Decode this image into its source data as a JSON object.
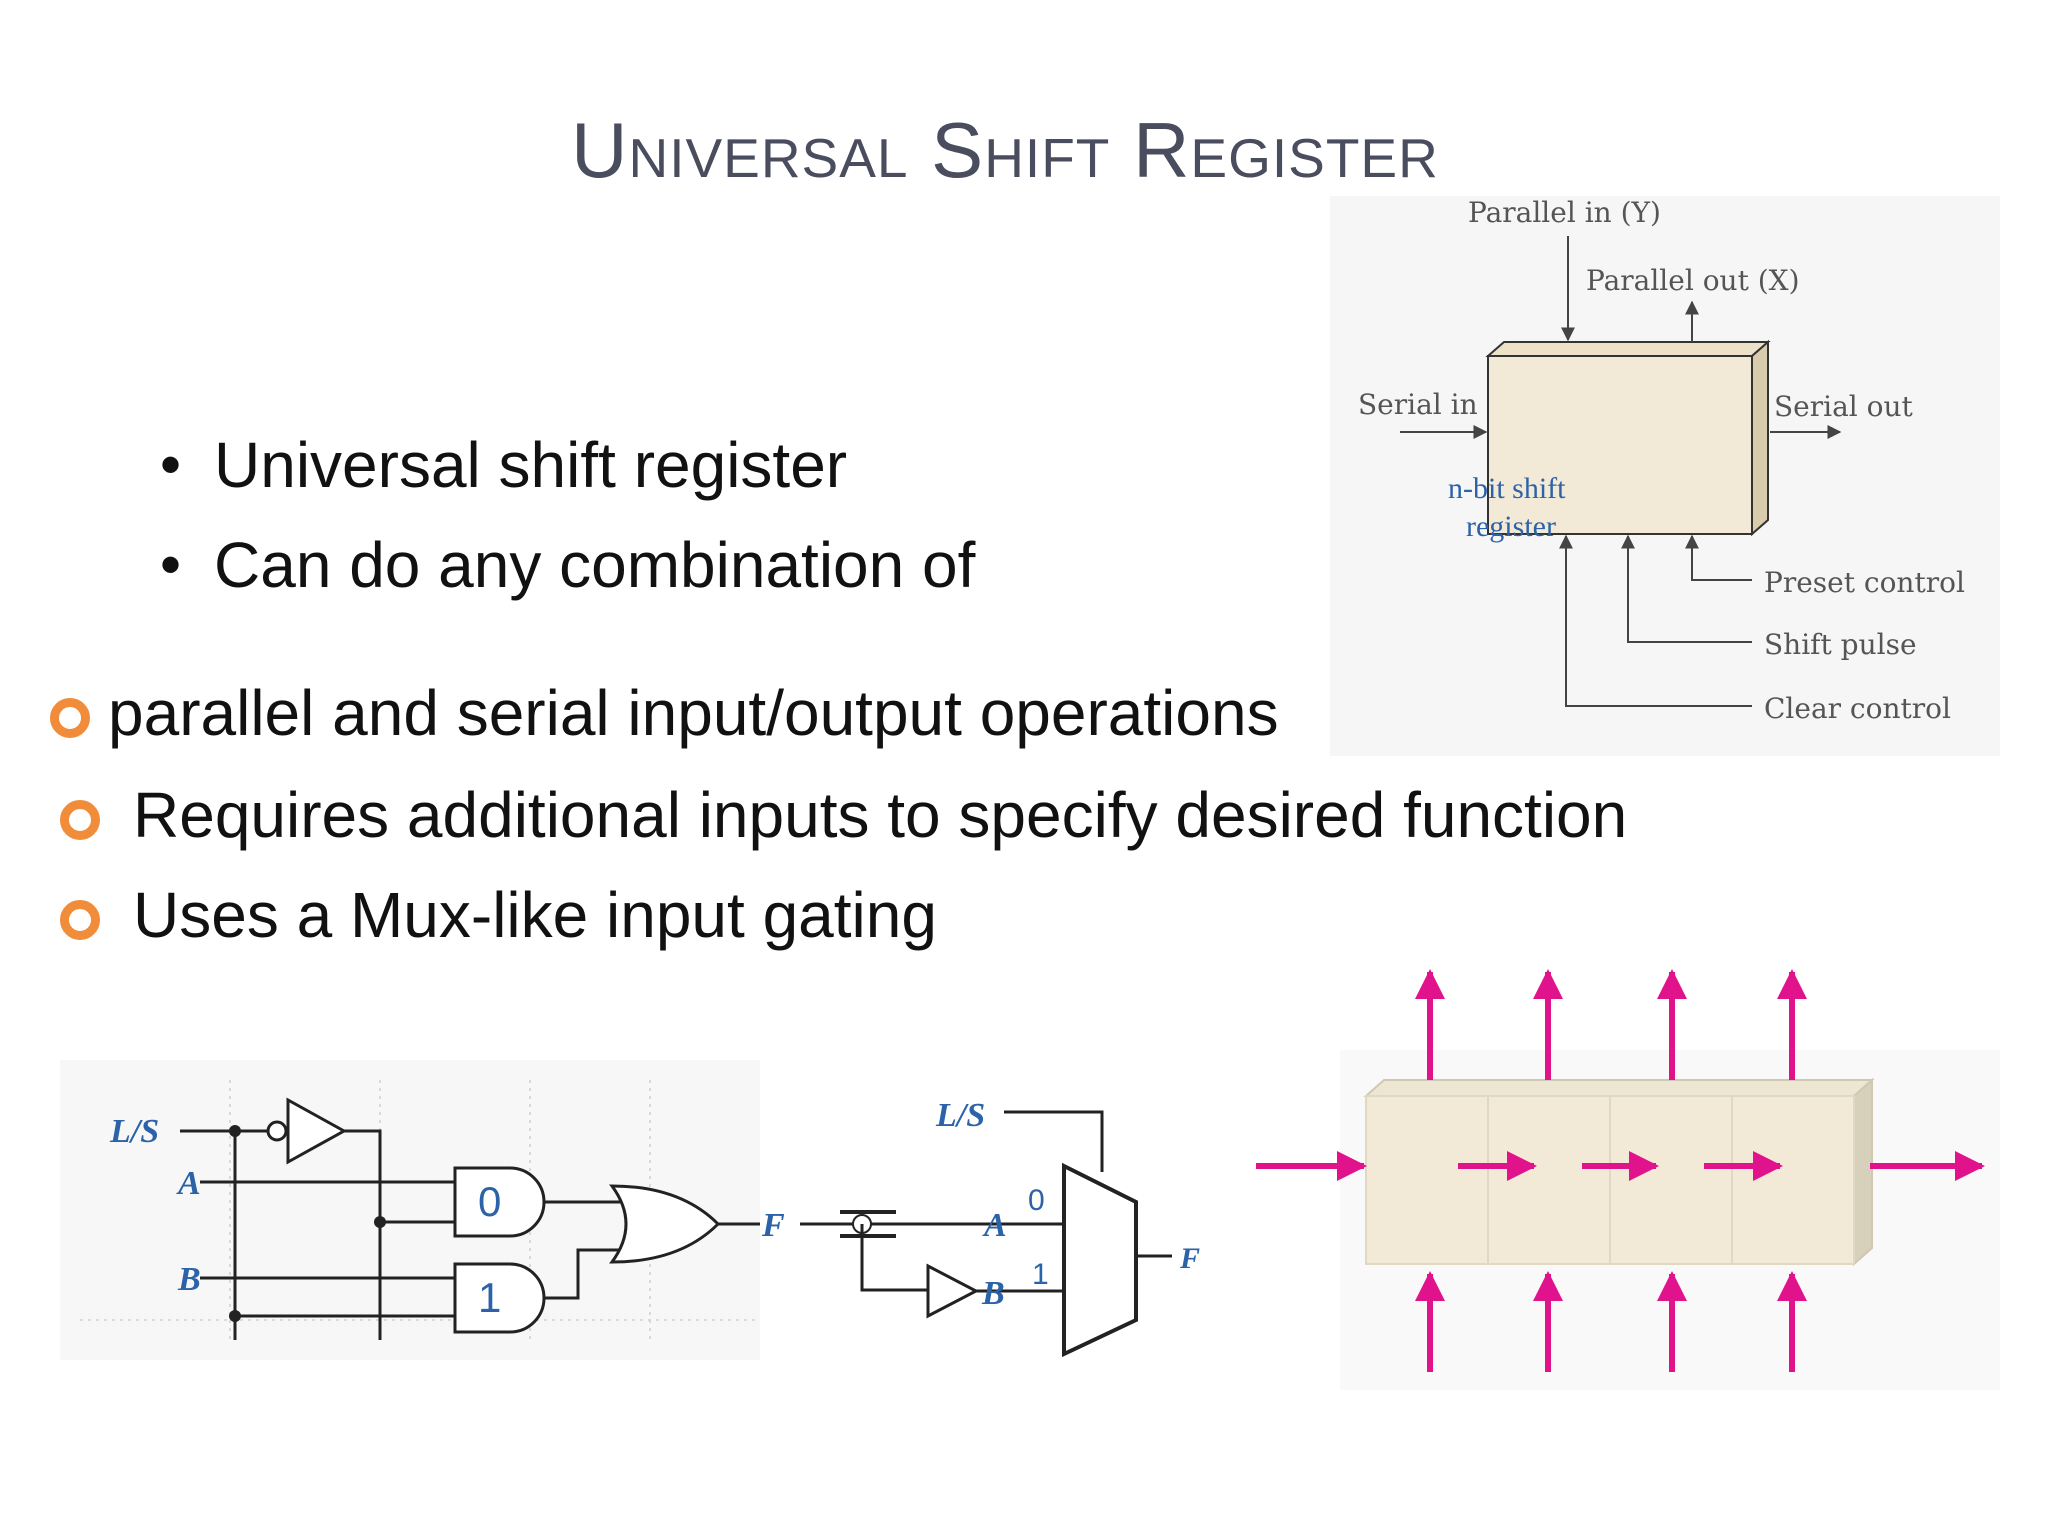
{
  "title": "Universal Shift Register",
  "bullets_top": [
    "Universal shift register",
    "Can do any combination of"
  ],
  "bullets_orange": [
    "parallel and serial  input/output operations",
    "Requires additional inputs to  specify desired function",
    "Uses a Mux-like input gating"
  ],
  "block_diagram": {
    "parallel_in": "Parallel in (Y)",
    "parallel_out": "Parallel out (X)",
    "serial_in": "Serial in",
    "serial_out": "Serial out",
    "block_label_1": "n-bit shift",
    "block_label_2": "register",
    "preset": "Preset control",
    "shift": "Shift pulse",
    "clear": "Clear control"
  },
  "gate_circuit": {
    "ls": "L/S",
    "a": "A",
    "b": "B",
    "f": "F",
    "and0": "0",
    "and1": "1"
  },
  "mux_circuit": {
    "ls": "L/S",
    "a": "A",
    "b": "B",
    "f": "F",
    "in0": "0",
    "in1": "1"
  },
  "colors": {
    "title": "#4a4d5e",
    "bullet_ring": "#f08c3a",
    "label_blue": "#2b62a8",
    "arrow_pink": "#e0138c",
    "block_fill": "#f2ead7"
  }
}
